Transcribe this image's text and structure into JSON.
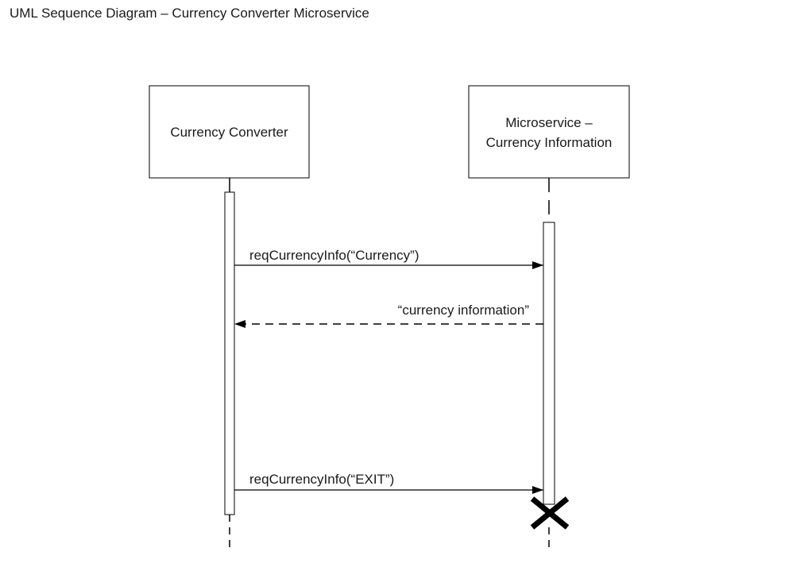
{
  "title": "UML Sequence Diagram – Currency Converter Microservice",
  "lifelines": [
    {
      "name_lines": [
        "Currency Converter"
      ]
    },
    {
      "name_lines": [
        "Microservice –",
        "Currency Information"
      ]
    }
  ],
  "messages": [
    {
      "label": "reqCurrencyInfo(“Currency”)",
      "from": 0,
      "to": 1,
      "kind": "sync"
    },
    {
      "label": "“currency information”",
      "from": 1,
      "to": 0,
      "kind": "return"
    },
    {
      "label": "reqCurrencyInfo(“EXIT”)",
      "from": 0,
      "to": 1,
      "kind": "sync"
    }
  ],
  "destruction": {
    "lifeline": 1,
    "symbol": "X"
  }
}
